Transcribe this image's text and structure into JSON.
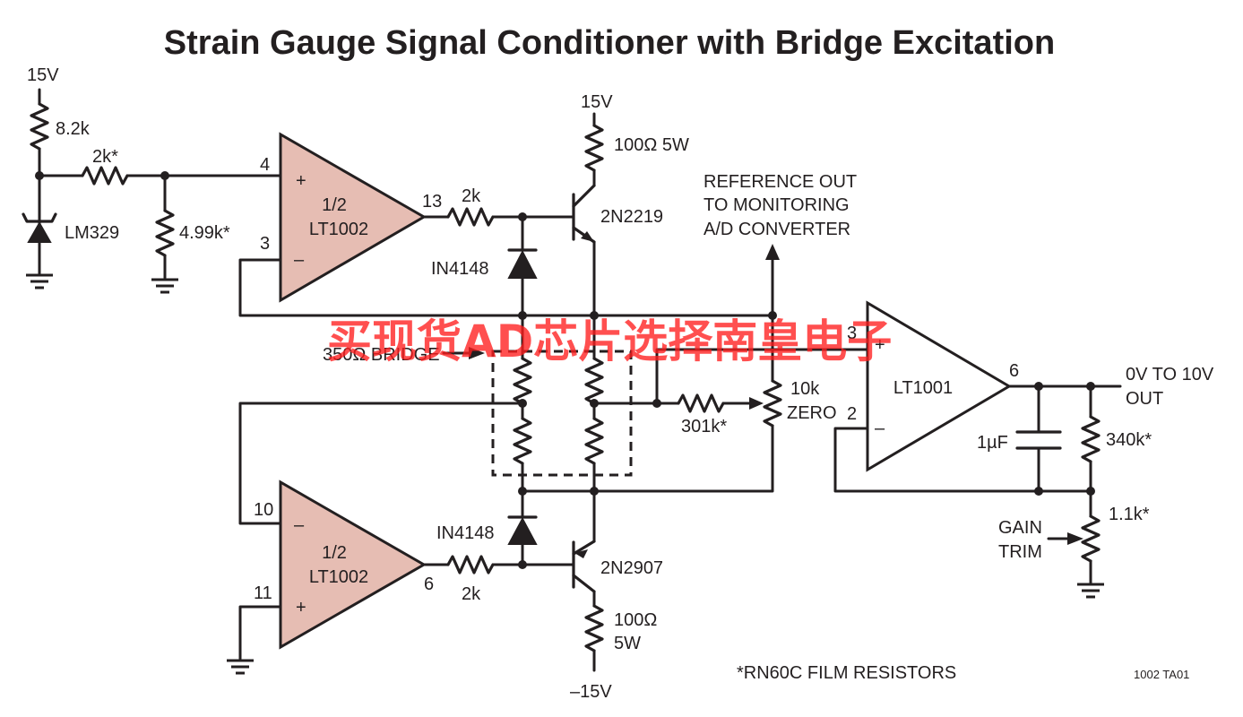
{
  "title": "Strain Gauge Signal Conditioner with Bridge Excitation",
  "labels": {
    "supply_15v_left": "15V",
    "r_8_2k": "8.2k",
    "r_2k_star": "2k*",
    "lm329": "LM329",
    "r_4_99k": "4.99k*",
    "pin_4": "4",
    "pin_3_top": "3",
    "opamp_top_line1": "1/2",
    "opamp_top_line2": "LT1002",
    "pin_13": "13",
    "r_2k_top": "2k",
    "in4148_top": "IN4148",
    "supply_15v_mid": "15V",
    "r_100_5w": "100Ω 5W",
    "q_2n2219": "2N2219",
    "ref_out_line1": "REFERENCE OUT",
    "ref_out_line2": "TO MONITORING",
    "ref_out_line3": "A/D CONVERTER",
    "bridge": "350Ω BRIDGE",
    "pin_10": "10",
    "pin_11": "11",
    "opamp_bot_line1": "1/2",
    "opamp_bot_line2": "LT1002",
    "pin_6_bot": "6",
    "r_2k_bot": "2k",
    "in4148_bot": "IN4148",
    "q_2n2907": "2N2907",
    "r_100_bot_line1": "100Ω",
    "r_100_bot_line2": "5W",
    "supply_neg15": "–15V",
    "r_301k": "301k*",
    "pot_10k": "10k",
    "zero": "ZERO",
    "pin_3_lt1001": "3",
    "pin_2_lt1001": "2",
    "lt1001": "LT1001",
    "pin_6_out": "6",
    "out_line1": "0V TO 10V",
    "out_line2": "OUT",
    "cap_1uf": "1µF",
    "r_340k": "340k*",
    "r_1_1k": "1.1k*",
    "gain_line1": "GAIN",
    "gain_line2": "TRIM",
    "footnote": "*RN60C FILM RESISTORS",
    "fig_id": "1002 TA01",
    "watermark": "买现货AD芯片选择南皇电子"
  }
}
